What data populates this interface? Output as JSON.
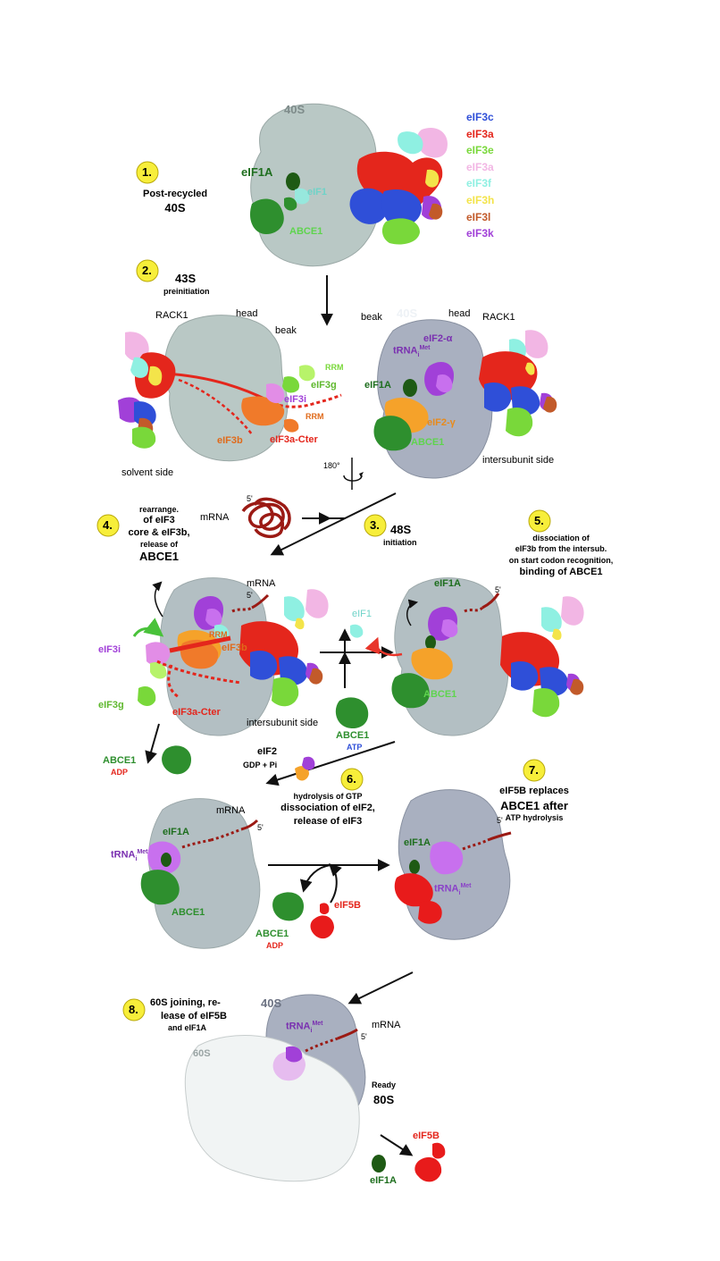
{
  "legend": [
    {
      "label": "eIF3c",
      "color": "#2f4fd8"
    },
    {
      "label": "eIF3a",
      "color": "#e4261c"
    },
    {
      "label": "eIF3e",
      "color": "#79d83a"
    },
    {
      "label": "eIF3a",
      "color": "#f2b6e4"
    },
    {
      "label": "eIF3f",
      "color": "#8ff0e2"
    },
    {
      "label": "eIF3h",
      "color": "#f3e44a"
    },
    {
      "label": "eIF3l",
      "color": "#c25a2a"
    },
    {
      "label": "eIF3k",
      "color": "#a140d8"
    }
  ],
  "colors": {
    "ribosome40s": "#b8c7c4",
    "ribosome40s_intersubunit": "#a9b0c0",
    "ribosome60s": "#f1f4f4",
    "step_badge": "#f7ee3a",
    "eIF1A": "#1e5a14",
    "ABCE1": "#2e8f2e",
    "eIF3b": "#f07a2a",
    "mRNA": "#9b1a14",
    "eIF5B": "#e81b1b"
  },
  "steps": [
    {
      "num": "1.",
      "title": "Post-recycled",
      "subtitle": "40S"
    },
    {
      "num": "2.",
      "title": "43S",
      "subtitle": "preinitiation"
    },
    {
      "num": "3.",
      "title": "48S",
      "subtitle": "initiation"
    },
    {
      "num": "4.",
      "lines": [
        "rearrange.",
        "of eIF3",
        "core & eIF3b,",
        "release of",
        "ABCE1"
      ]
    },
    {
      "num": "5.",
      "lines": [
        "dissociation of",
        "eIF3b from the intersub.",
        "on start codon recognition,",
        "binding of ABCE1"
      ]
    },
    {
      "num": "6.",
      "lines": [
        "hydrolysis of GTP",
        "dissociation of eIF2,",
        "release of eIF3"
      ]
    },
    {
      "num": "7.",
      "lines": [
        "eIF5B replaces",
        "ABCE1 after",
        "ATP hydrolysis"
      ]
    },
    {
      "num": "8.",
      "lines": [
        "60S joining, re-",
        "lease of eIF5B",
        "and eIF1A"
      ]
    }
  ],
  "labels": {
    "s1": {
      "ribosome": "40S",
      "eif1a": "eIF1A",
      "eif1": "eIF1",
      "abce1": "ABCE1"
    },
    "s2l": {
      "rack1": "RACK1",
      "head": "head",
      "beak": "beak",
      "rrm1": "RRM",
      "eif3g": "eIF3g",
      "eif3i": "eIF3i",
      "rrm2": "RRM",
      "eif3b": "eIF3b",
      "eif3a_cter": "eIF3a-Cter",
      "side": "solvent side"
    },
    "s2r": {
      "beak": "beak",
      "ribosome": "40S",
      "head": "head",
      "rack1": "RACK1",
      "eif2a": "eIF2-α",
      "trna": "tRNA",
      "trna_sub": "i",
      "trna_sup": "Met",
      "eif1a": "eIF1A",
      "eif2g": "eIF2-γ",
      "abce1": "ABCE1",
      "side": "intersubunit side",
      "rotation": "180°"
    },
    "mrna_free": {
      "label": "mRNA",
      "prime": "5'"
    },
    "s4": {
      "mrna": "mRNA",
      "prime": "5'",
      "rrm": "RRM",
      "eif3i": "eIF3i",
      "eif3b": "eIF3b",
      "eif3g": "eIF3g",
      "eif3a_cter": "eIF3a-Cter",
      "side": "intersubunit side"
    },
    "mid": {
      "eif1": "eIF1",
      "abce1": "ABCE1",
      "atp": "ATP"
    },
    "s5": {
      "eif1a": "eIF1A",
      "prime": "5'",
      "abce1": "ABCE1"
    },
    "release1": {
      "abce1": "ABCE1",
      "adp": "ADP",
      "eif2": "eIF2",
      "gdp": "GDP + Pi"
    },
    "s6": {
      "mrna": "mRNA",
      "eif1a": "eIF1A",
      "prime": "5'",
      "trna": "tRNA",
      "trna_sub": "i",
      "trna_sup": "Met",
      "abce1": "ABCE1"
    },
    "release2": {
      "abce1": "ABCE1",
      "adp": "ADP",
      "eif5b": "eIF5B"
    },
    "s7": {
      "eif1a": "eIF1A",
      "prime": "5'",
      "trna": "tRNA",
      "trna_sub": "i",
      "trna_sup": "Met"
    },
    "s8": {
      "ribosome40": "40S",
      "trna": "tRNA",
      "trna_sub": "i",
      "trna_sup": "Met",
      "mrna": "mRNA",
      "prime": "5'",
      "ribosome60": "60S",
      "ready": "Ready",
      "ready80": "80S",
      "eif5b": "eIF5B",
      "eif1a": "eIF1A"
    }
  }
}
